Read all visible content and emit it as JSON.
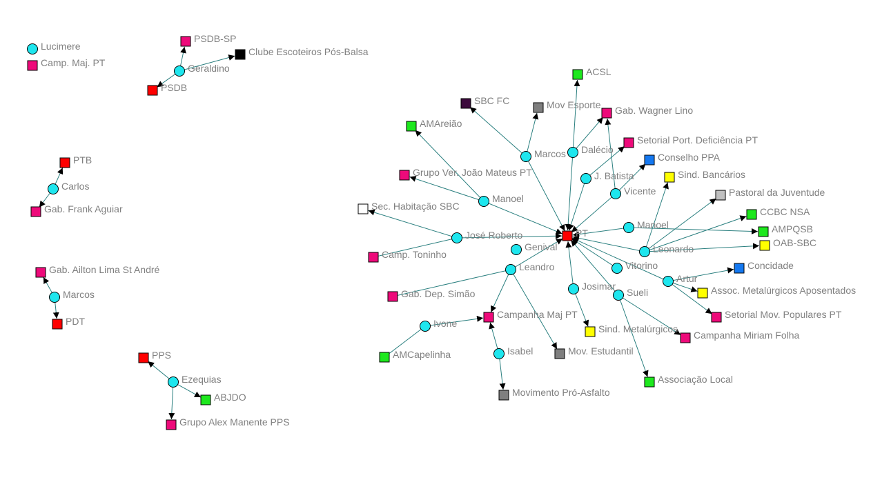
{
  "graph": {
    "colors": {
      "actor": "#1ee6ee",
      "edge": "#2a7f7f",
      "label": "#808080",
      "red": "#ff0000",
      "pink": "#ee0a7a",
      "green": "#1ee81e",
      "gray": "#7f7f7f",
      "lightgray": "#c0c0c0",
      "black": "#000000",
      "purple": "#3c0a3c",
      "blue": "#1478f0",
      "yellow": "#ffff00",
      "white": "#ffffff"
    },
    "nodes": [
      {
        "id": "lucimere",
        "label": "Lucimere",
        "shape": "circle",
        "color": "actor"
      },
      {
        "id": "campmaj",
        "label": "Camp. Maj. PT",
        "shape": "square",
        "color": "pink"
      },
      {
        "id": "psdbsp",
        "label": "PSDB-SP",
        "shape": "square",
        "color": "pink"
      },
      {
        "id": "clube",
        "label": "Clube Escoteiros Pós-Balsa",
        "shape": "square",
        "color": "black"
      },
      {
        "id": "geraldino",
        "label": "Geraldino",
        "shape": "circle",
        "color": "actor"
      },
      {
        "id": "psdb",
        "label": "PSDB",
        "shape": "square",
        "color": "red"
      },
      {
        "id": "ptb",
        "label": "PTB",
        "shape": "square",
        "color": "red"
      },
      {
        "id": "carlos",
        "label": "Carlos",
        "shape": "circle",
        "color": "actor"
      },
      {
        "id": "gabfrank",
        "label": "Gab. Frank Aguiar",
        "shape": "square",
        "color": "pink"
      },
      {
        "id": "gabailton",
        "label": "Gab. Ailton Lima St André",
        "shape": "square",
        "color": "pink"
      },
      {
        "id": "marcosl",
        "label": "Marcos",
        "shape": "circle",
        "color": "actor"
      },
      {
        "id": "pdt",
        "label": "PDT",
        "shape": "square",
        "color": "red"
      },
      {
        "id": "pps",
        "label": "PPS",
        "shape": "square",
        "color": "red"
      },
      {
        "id": "ezequias",
        "label": "Ezequias",
        "shape": "circle",
        "color": "actor"
      },
      {
        "id": "abjdo",
        "label": "ABJDO",
        "shape": "square",
        "color": "green"
      },
      {
        "id": "grupoalex",
        "label": "Grupo Alex Manente PPS",
        "shape": "square",
        "color": "pink"
      },
      {
        "id": "acsl",
        "label": "ACSL",
        "shape": "square",
        "color": "green"
      },
      {
        "id": "sbcfc",
        "label": "SBC FC",
        "shape": "square",
        "color": "purple"
      },
      {
        "id": "movesporte",
        "label": "Mov Esporte",
        "shape": "square",
        "color": "gray"
      },
      {
        "id": "gabwagner",
        "label": "Gab. Wagner Lino",
        "shape": "square",
        "color": "pink"
      },
      {
        "id": "amareiao",
        "label": "AMAreião",
        "shape": "square",
        "color": "green"
      },
      {
        "id": "setorialport",
        "label": "Setorial Port. Deficiência PT",
        "shape": "square",
        "color": "pink"
      },
      {
        "id": "marcos",
        "label": "Marcos",
        "shape": "circle",
        "color": "actor"
      },
      {
        "id": "dalecio",
        "label": "Dalécio",
        "shape": "circle",
        "color": "actor"
      },
      {
        "id": "conselho",
        "label": "Conselho PPA",
        "shape": "square",
        "color": "blue"
      },
      {
        "id": "jbatista",
        "label": "J. Batista",
        "shape": "circle",
        "color": "actor"
      },
      {
        "id": "sindbanc",
        "label": "Sind. Bancários",
        "shape": "square",
        "color": "yellow"
      },
      {
        "id": "grupover",
        "label": "Grupo Ver. João Mateus PT",
        "shape": "square",
        "color": "pink"
      },
      {
        "id": "vicente",
        "label": "Vicente",
        "shape": "circle",
        "color": "actor"
      },
      {
        "id": "pastoral",
        "label": "Pastoral da Juventude",
        "shape": "square",
        "color": "lightgray"
      },
      {
        "id": "manoell",
        "label": "Manoel",
        "shape": "circle",
        "color": "actor"
      },
      {
        "id": "sechab",
        "label": "Sec. Habitação SBC",
        "shape": "square",
        "color": "white"
      },
      {
        "id": "ccbc",
        "label": "CCBC NSA",
        "shape": "square",
        "color": "green"
      },
      {
        "id": "manoelr",
        "label": "Manoel",
        "shape": "circle",
        "color": "actor"
      },
      {
        "id": "ampqsb",
        "label": "AMPQSB",
        "shape": "square",
        "color": "green"
      },
      {
        "id": "pt",
        "label": "PT",
        "shape": "square",
        "color": "red"
      },
      {
        "id": "joseroberto",
        "label": "José Roberto",
        "shape": "circle",
        "color": "actor"
      },
      {
        "id": "oab",
        "label": "OAB-SBC",
        "shape": "square",
        "color": "yellow"
      },
      {
        "id": "genival",
        "label": "Genival",
        "shape": "circle",
        "color": "actor"
      },
      {
        "id": "leonardo",
        "label": "Leonardo",
        "shape": "circle",
        "color": "actor"
      },
      {
        "id": "camptoninho",
        "label": "Camp. Toninho",
        "shape": "square",
        "color": "pink"
      },
      {
        "id": "concidade",
        "label": "Concidade",
        "shape": "square",
        "color": "blue"
      },
      {
        "id": "vitorino",
        "label": "Vitorino",
        "shape": "circle",
        "color": "actor"
      },
      {
        "id": "leandro",
        "label": "Leandro",
        "shape": "circle",
        "color": "actor"
      },
      {
        "id": "artur",
        "label": "Artur",
        "shape": "circle",
        "color": "actor"
      },
      {
        "id": "josimar",
        "label": "Josimar",
        "shape": "circle",
        "color": "actor"
      },
      {
        "id": "assocmet",
        "label": "Assoc. Metalúrgicos Aposentados",
        "shape": "square",
        "color": "yellow"
      },
      {
        "id": "sueli",
        "label": "Sueli",
        "shape": "circle",
        "color": "actor"
      },
      {
        "id": "gabsimao",
        "label": "Gab. Dep. Simão",
        "shape": "square",
        "color": "pink"
      },
      {
        "id": "setorialmov",
        "label": "Setorial Mov. Populares PT",
        "shape": "square",
        "color": "pink"
      },
      {
        "id": "campanhamaj",
        "label": "Campanha Maj PT",
        "shape": "square",
        "color": "pink"
      },
      {
        "id": "ivone",
        "label": "Ivone",
        "shape": "circle",
        "color": "actor"
      },
      {
        "id": "sindmet",
        "label": "Sind. Metalúrgicos",
        "shape": "square",
        "color": "yellow"
      },
      {
        "id": "miriam",
        "label": "Campanha Miriam Folha",
        "shape": "square",
        "color": "pink"
      },
      {
        "id": "isabel",
        "label": "Isabel",
        "shape": "circle",
        "color": "actor"
      },
      {
        "id": "movestud",
        "label": "Mov. Estudantil",
        "shape": "square",
        "color": "gray"
      },
      {
        "id": "amcapelinha",
        "label": "AMCapelinha",
        "shape": "square",
        "color": "green"
      },
      {
        "id": "assoclocal",
        "label": "Associação Local",
        "shape": "square",
        "color": "green"
      },
      {
        "id": "proasfalto",
        "label": "Movimento Pró-Asfalto",
        "shape": "square",
        "color": "gray"
      }
    ],
    "edges": [
      {
        "from": "geraldino",
        "to": "psdbsp",
        "arrow": true
      },
      {
        "from": "geraldino",
        "to": "clube",
        "arrow": true
      },
      {
        "from": "geraldino",
        "to": "psdb",
        "arrow": true
      },
      {
        "from": "carlos",
        "to": "ptb",
        "arrow": true
      },
      {
        "from": "carlos",
        "to": "gabfrank",
        "arrow": true
      },
      {
        "from": "marcosl",
        "to": "gabailton",
        "arrow": true
      },
      {
        "from": "marcosl",
        "to": "pdt",
        "arrow": true
      },
      {
        "from": "ezequias",
        "to": "pps",
        "arrow": true
      },
      {
        "from": "ezequias",
        "to": "abjdo",
        "arrow": true
      },
      {
        "from": "ezequias",
        "to": "grupoalex",
        "arrow": true
      },
      {
        "from": "marcos",
        "to": "sbcfc",
        "arrow": true
      },
      {
        "from": "marcos",
        "to": "movesporte",
        "arrow": true
      },
      {
        "from": "marcos",
        "to": "pt",
        "arrow": true
      },
      {
        "from": "dalecio",
        "to": "acsl",
        "arrow": true
      },
      {
        "from": "dalecio",
        "to": "gabwagner",
        "arrow": true
      },
      {
        "from": "dalecio",
        "to": "pt",
        "arrow": true
      },
      {
        "from": "vicente",
        "to": "gabwagner",
        "arrow": true
      },
      {
        "from": "vicente",
        "to": "conselho",
        "arrow": true
      },
      {
        "from": "vicente",
        "to": "pt",
        "arrow": true
      },
      {
        "from": "jbatista",
        "to": "setorialport",
        "arrow": true
      },
      {
        "from": "jbatista",
        "to": "pt",
        "arrow": true
      },
      {
        "from": "manoell",
        "to": "grupover",
        "arrow": true
      },
      {
        "from": "manoell",
        "to": "amareiao",
        "arrow": true
      },
      {
        "from": "manoell",
        "to": "pt",
        "arrow": true
      },
      {
        "from": "joseroberto",
        "to": "sechab",
        "arrow": true
      },
      {
        "from": "joseroberto",
        "to": "camptoninho",
        "arrow": false
      },
      {
        "from": "joseroberto",
        "to": "pt",
        "arrow": true
      },
      {
        "from": "manoelr",
        "to": "pt",
        "arrow": true
      },
      {
        "from": "manoelr",
        "to": "ampqsb",
        "arrow": true
      },
      {
        "from": "leonardo",
        "to": "pt",
        "arrow": true
      },
      {
        "from": "leonardo",
        "to": "sindbanc",
        "arrow": true
      },
      {
        "from": "leonardo",
        "to": "pastoral",
        "arrow": true
      },
      {
        "from": "leonardo",
        "to": "ccbc",
        "arrow": true
      },
      {
        "from": "leonardo",
        "to": "oab",
        "arrow": true
      },
      {
        "from": "vitorino",
        "to": "pt",
        "arrow": true
      },
      {
        "from": "artur",
        "to": "pt",
        "arrow": true
      },
      {
        "from": "artur",
        "to": "concidade",
        "arrow": true
      },
      {
        "from": "artur",
        "to": "assocmet",
        "arrow": true
      },
      {
        "from": "artur",
        "to": "setorialmov",
        "arrow": true
      },
      {
        "from": "josimar",
        "to": "pt",
        "arrow": true
      },
      {
        "from": "josimar",
        "to": "sindmet",
        "arrow": true
      },
      {
        "from": "sueli",
        "to": "pt",
        "arrow": true
      },
      {
        "from": "sueli",
        "to": "assoclocal",
        "arrow": true
      },
      {
        "from": "sueli",
        "to": "miriam",
        "arrow": true
      },
      {
        "from": "leandro",
        "to": "pt",
        "arrow": true
      },
      {
        "from": "leandro",
        "to": "gabsimao",
        "arrow": false
      },
      {
        "from": "leandro",
        "to": "campanhamaj",
        "arrow": true
      },
      {
        "from": "leandro",
        "to": "movestud",
        "arrow": true
      },
      {
        "from": "ivone",
        "to": "campanhamaj",
        "arrow": true
      },
      {
        "from": "ivone",
        "to": "amcapelinha",
        "arrow": false
      },
      {
        "from": "isabel",
        "to": "campanhamaj",
        "arrow": true
      },
      {
        "from": "isabel",
        "to": "proasfalto",
        "arrow": true
      }
    ]
  }
}
